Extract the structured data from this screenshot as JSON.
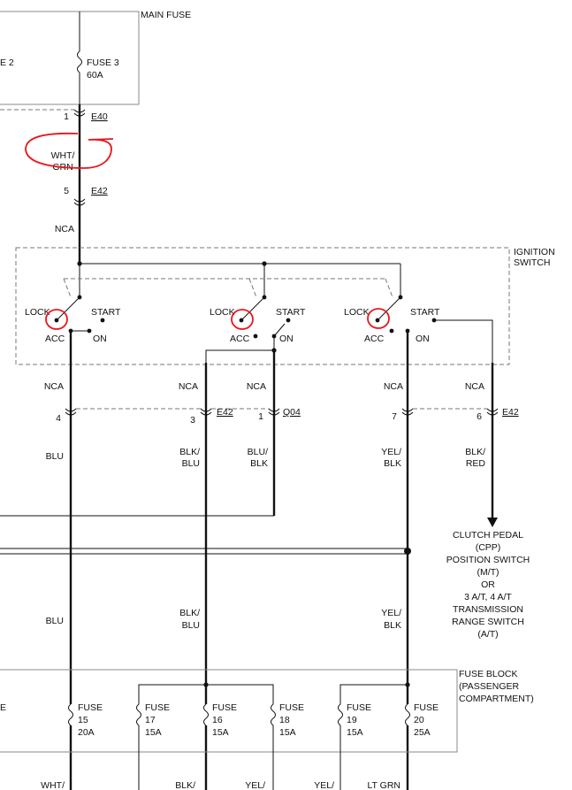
{
  "main_fuse": {
    "title": "MAIN FUSE",
    "fuse_partial": "E 2",
    "fuse3_name": "FUSE 3",
    "fuse3_rating": "60A"
  },
  "connector_top": {
    "pin1": "1",
    "e40": "E40",
    "pin5": "5",
    "e42": "E42"
  },
  "wire_top": {
    "line1": "WHT/",
    "line2": "GRN",
    "nca": "NCA"
  },
  "ignition": {
    "title1": "IGNITION",
    "title2": "SWITCH",
    "lock": "LOCK",
    "start": "START",
    "acc": "ACC",
    "on": "ON"
  },
  "lower_connectors": {
    "nca": "NCA",
    "pin4": "4",
    "pin3": "3",
    "pin1": "1",
    "pin7": "7",
    "pin6": "6",
    "e42_a": "E42",
    "q04": "Q04",
    "e42_b": "E42"
  },
  "wires_mid": {
    "blu": "BLU",
    "blk_blu_1": "BLK/",
    "blk_blu_2": "BLU",
    "blu_blk_1": "BLU/",
    "blu_blk_2": "BLK",
    "yel_blk_1": "YEL/",
    "yel_blk_2": "BLK",
    "blk_red_1": "BLK/",
    "blk_red_2": "RED"
  },
  "clutch": {
    "l1": "CLUTCH PEDAL",
    "l2": "(CPP)",
    "l3": "POSITION SWITCH",
    "l4": "(M/T)",
    "l5": "OR",
    "l6": "3 A/T, 4 A/T",
    "l7": "TRANSMISSION",
    "l8": "RANGE SWITCH",
    "l9": "(A/T)"
  },
  "wires_low": {
    "blu": "BLU",
    "blk_blu_1": "BLK/",
    "blk_blu_2": "BLU",
    "yel_blk_1": "YEL/",
    "yel_blk_2": "BLK"
  },
  "fuse_block": {
    "title1": "FUSE BLOCK",
    "title2": "(PASSENGER",
    "title3": "COMPARTMENT)",
    "partial": "E",
    "fuses": [
      {
        "name": "FUSE",
        "num": "15",
        "rating": "20A"
      },
      {
        "name": "FUSE",
        "num": "17",
        "rating": "15A"
      },
      {
        "name": "FUSE",
        "num": "16",
        "rating": "15A"
      },
      {
        "name": "FUSE",
        "num": "18",
        "rating": "15A"
      },
      {
        "name": "FUSE",
        "num": "19",
        "rating": "15A"
      },
      {
        "name": "FUSE",
        "num": "20",
        "rating": "25A"
      }
    ]
  },
  "bottom_wires": {
    "w1": "WHT/",
    "w2": "BLK/",
    "w3": "YEL/",
    "w4": "YEL/",
    "w5": "LT GRN"
  },
  "colors": {
    "wire": "#111111",
    "box": "#8a8a8a",
    "annotation": "#e8161b"
  }
}
